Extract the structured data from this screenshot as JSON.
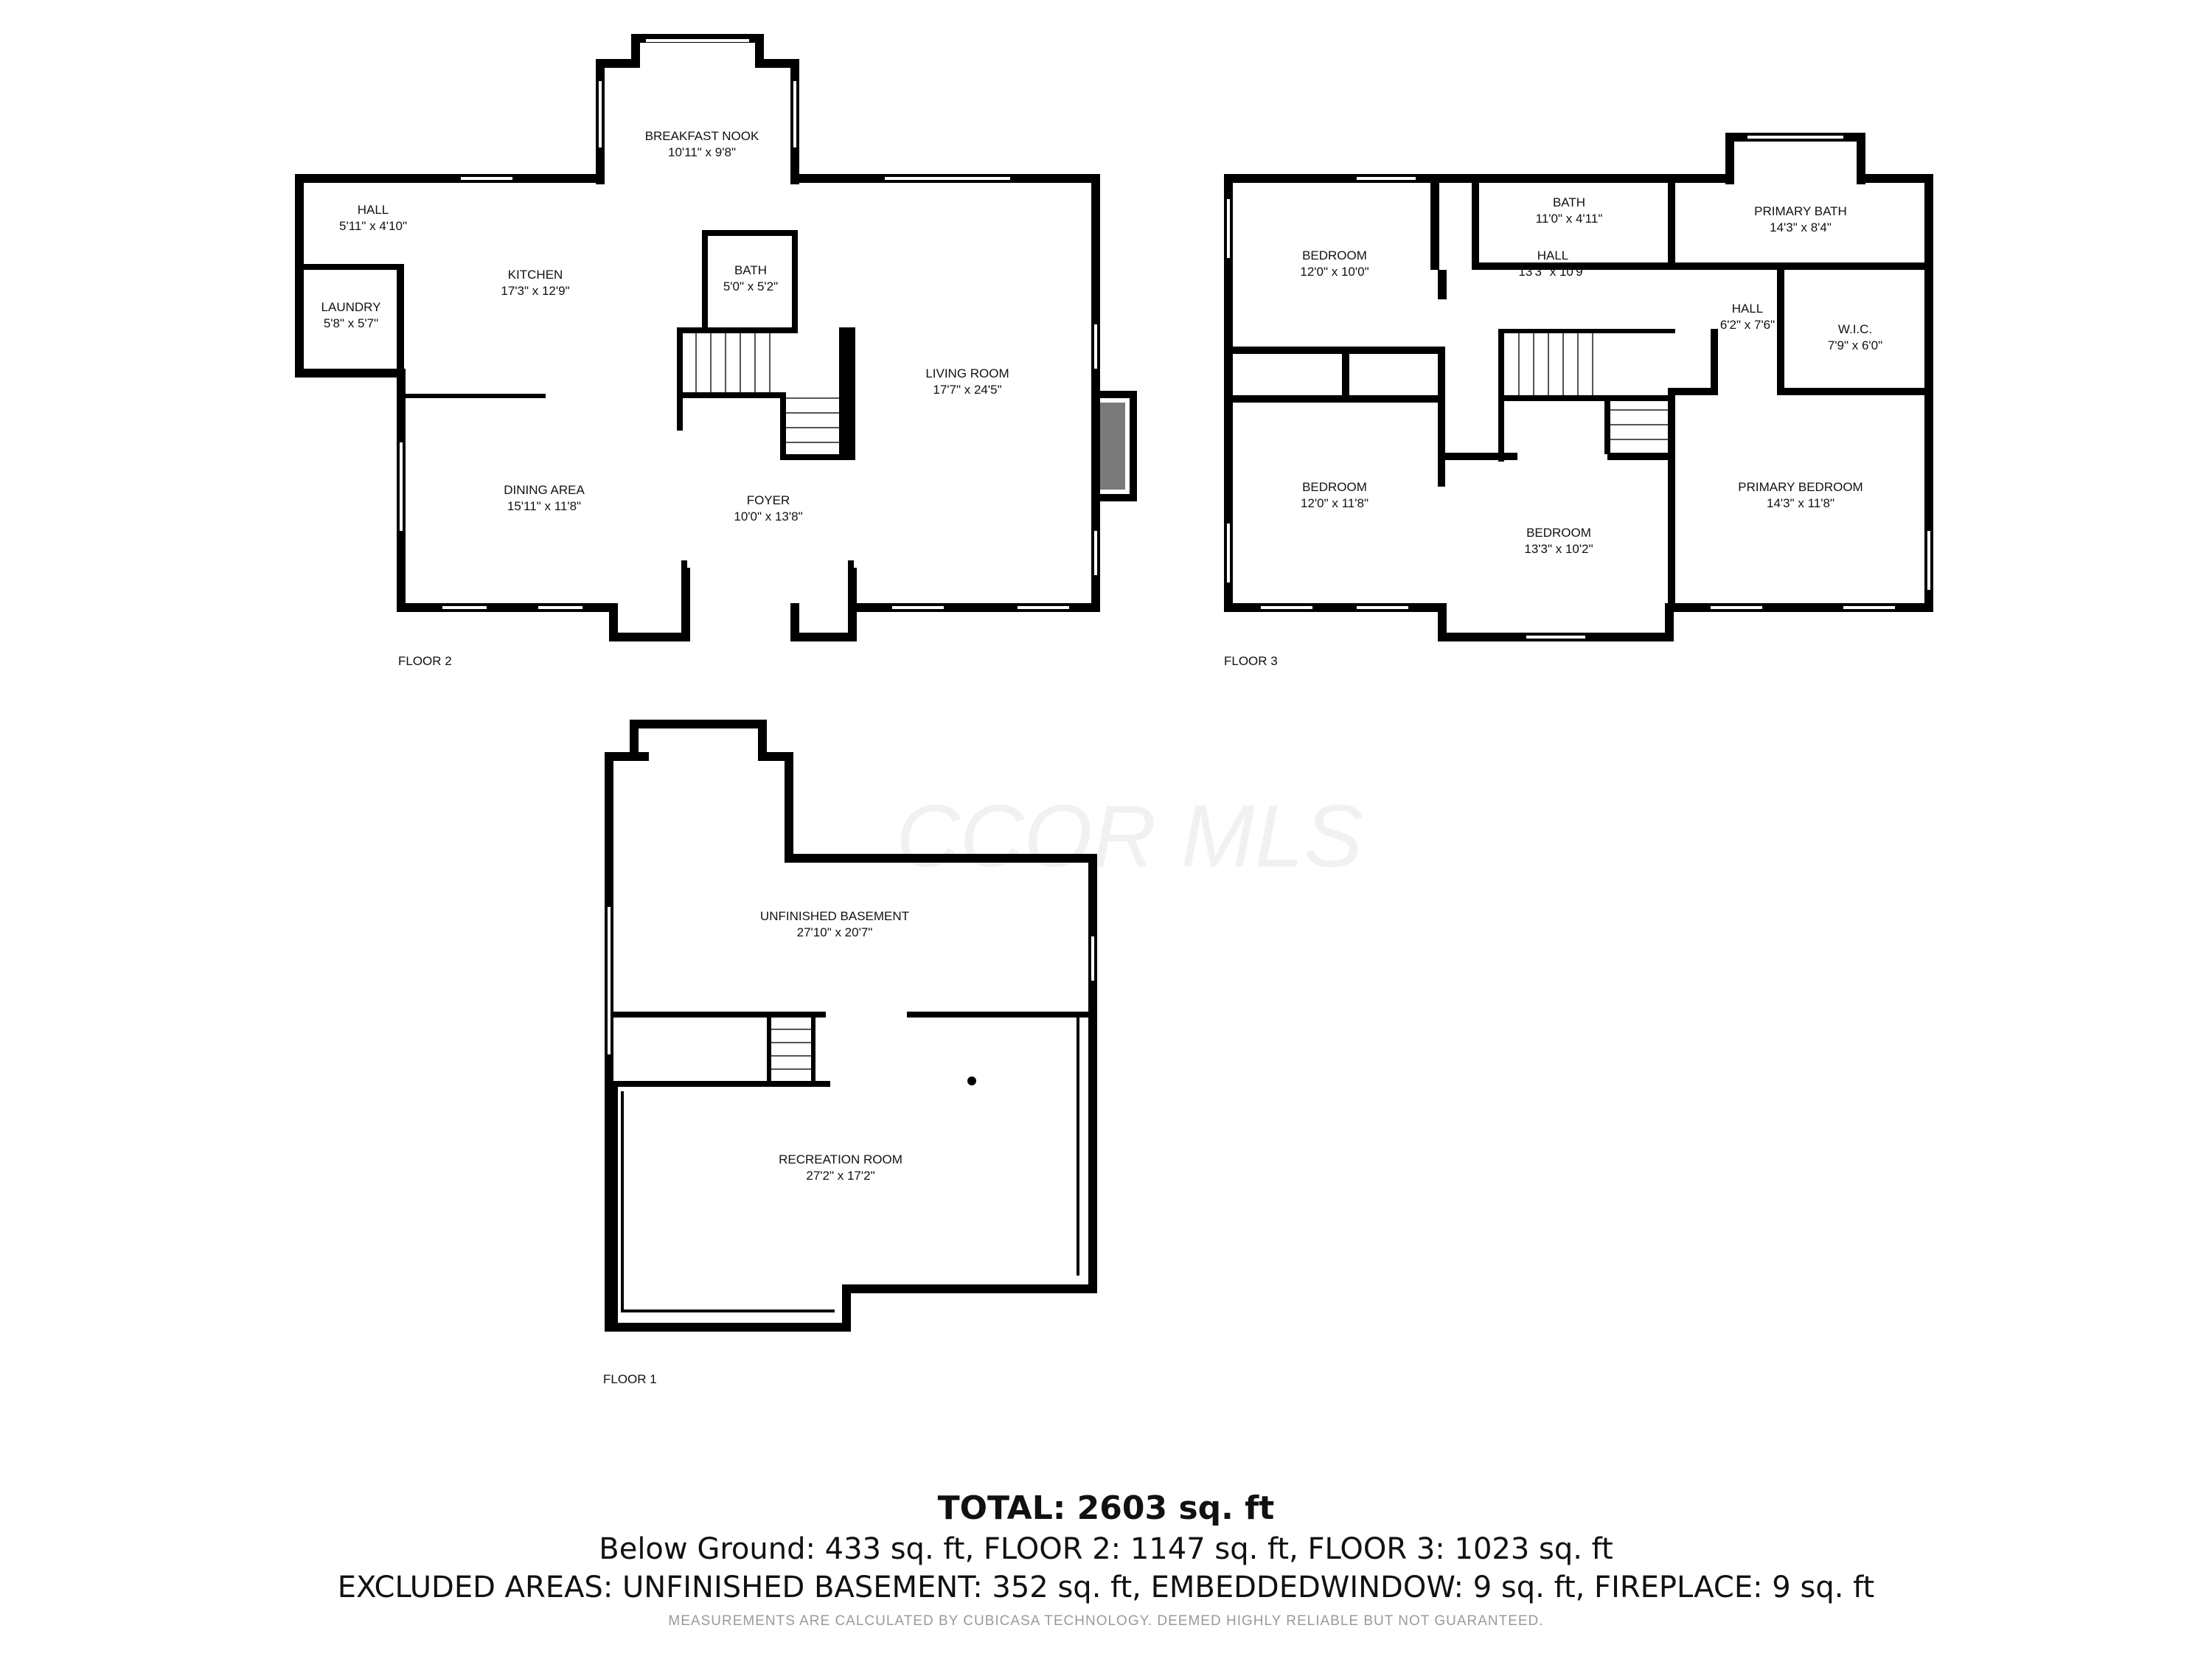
{
  "watermark": "CCOR MLS",
  "floors": {
    "floor2": {
      "label": "FLOOR 2",
      "rooms": {
        "breakfast_nook": {
          "name": "BREAKFAST NOOK",
          "dims": "10'11\" x 9'8\""
        },
        "hall": {
          "name": "HALL",
          "dims": "5'11\" x 4'10\""
        },
        "kitchen": {
          "name": "KITCHEN",
          "dims": "17'3\" x 12'9\""
        },
        "bath": {
          "name": "BATH",
          "dims": "5'0\" x 5'2\""
        },
        "laundry": {
          "name": "LAUNDRY",
          "dims": "5'8\" x 5'7\""
        },
        "living_room": {
          "name": "LIVING ROOM",
          "dims": "17'7\" x 24'5\""
        },
        "dining_area": {
          "name": "DINING AREA",
          "dims": "15'11\" x 11'8\""
        },
        "foyer": {
          "name": "FOYER",
          "dims": "10'0\" x 13'8\""
        }
      }
    },
    "floor3": {
      "label": "FLOOR 3",
      "rooms": {
        "bedroom_nw": {
          "name": "BEDROOM",
          "dims": "12'0\" x 10'0\""
        },
        "bath": {
          "name": "BATH",
          "dims": "11'0\" x 4'11\""
        },
        "primary_bath": {
          "name": "PRIMARY BATH",
          "dims": "14'3\" x 8'4\""
        },
        "hall_center": {
          "name": "HALL",
          "dims": "13'3\" x 10'9\""
        },
        "hall_east": {
          "name": "HALL",
          "dims": "6'2\" x 7'6\""
        },
        "wic": {
          "name": "W.I.C.",
          "dims": "7'9\" x 6'0\""
        },
        "bedroom_sw": {
          "name": "BEDROOM",
          "dims": "12'0\" x 11'8\""
        },
        "bedroom_center": {
          "name": "BEDROOM",
          "dims": "13'3\" x 10'2\""
        },
        "primary_bedroom": {
          "name": "PRIMARY BEDROOM",
          "dims": "14'3\" x 11'8\""
        }
      }
    },
    "floor1": {
      "label": "FLOOR 1",
      "rooms": {
        "unfinished_basement": {
          "name": "UNFINISHED BASEMENT",
          "dims": "27'10\" x 20'7\""
        },
        "recreation_room": {
          "name": "RECREATION ROOM",
          "dims": "27'2\" x 17'2\""
        }
      }
    }
  },
  "summary": {
    "total": "TOTAL: 2603 sq. ft",
    "areas": "Below Ground: 433 sq. ft, FLOOR 2: 1147 sq. ft, FLOOR 3: 1023 sq. ft",
    "excluded": "EXCLUDED AREAS: UNFINISHED BASEMENT: 352 sq. ft, EMBEDDEDWINDOW: 9 sq. ft, FIREPLACE: 9 sq. ft",
    "disclaimer": "MEASUREMENTS ARE CALCULATED BY CUBICASA TECHNOLOGY. DEEMED HIGHLY RELIABLE BUT NOT GUARANTEED."
  }
}
